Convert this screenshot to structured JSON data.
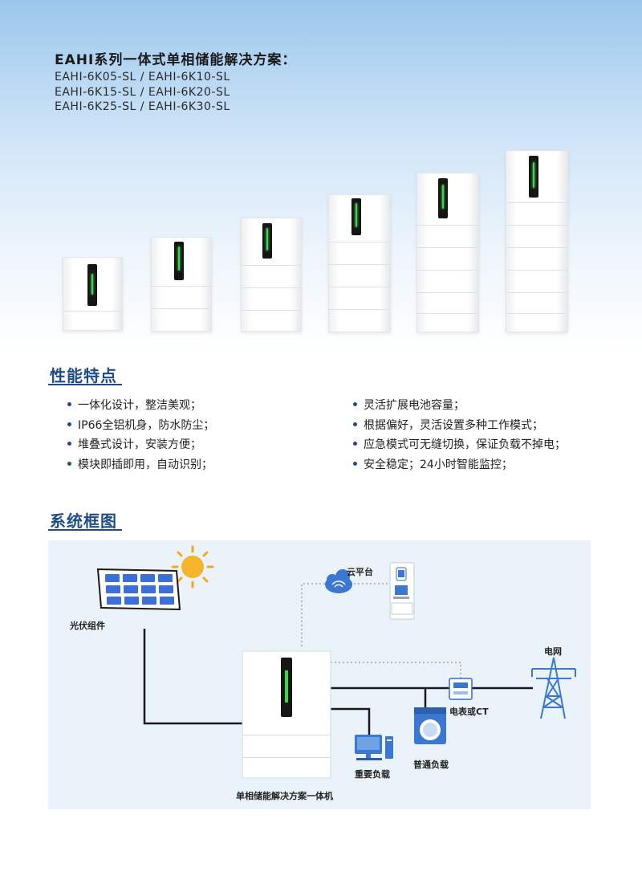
{
  "header": {
    "title": "EAHI系列一体式单相储能解决方案：",
    "models": [
      "EAHI-6K05-SL / EAHI-6K10-SL",
      "EAHI-6K15-SL / EAHI-6K20-SL",
      "EAHI-6K25-SL / EAHI-6K30-SL"
    ]
  },
  "features": {
    "title": "性能特点",
    "left": [
      "一体化设计，整洁美观；",
      "IP66全铝机身，防水防尘；",
      "堆叠式设计，安装方便；",
      "模块即插即用，自动识别；"
    ],
    "right": [
      "灵活扩展电池容量；",
      "根据偏好，灵活设置多种工作模式；",
      "应急模式可无缝切换，保证负载不掉电；",
      "安全稳定；24小时智能监控；"
    ]
  },
  "diagram": {
    "title": "系统框图",
    "labels": {
      "pv": "光伏组件",
      "cloud": "云平台",
      "grid": "电网",
      "meter": "电表或CT",
      "normal_load": "普通负载",
      "critical_load": "重要负载",
      "system": "单相储能解决方案一体机"
    }
  },
  "colors": {
    "accent": "#1f4c86",
    "led": "#37d94a",
    "diagram_bg": "#eaf3fa"
  }
}
